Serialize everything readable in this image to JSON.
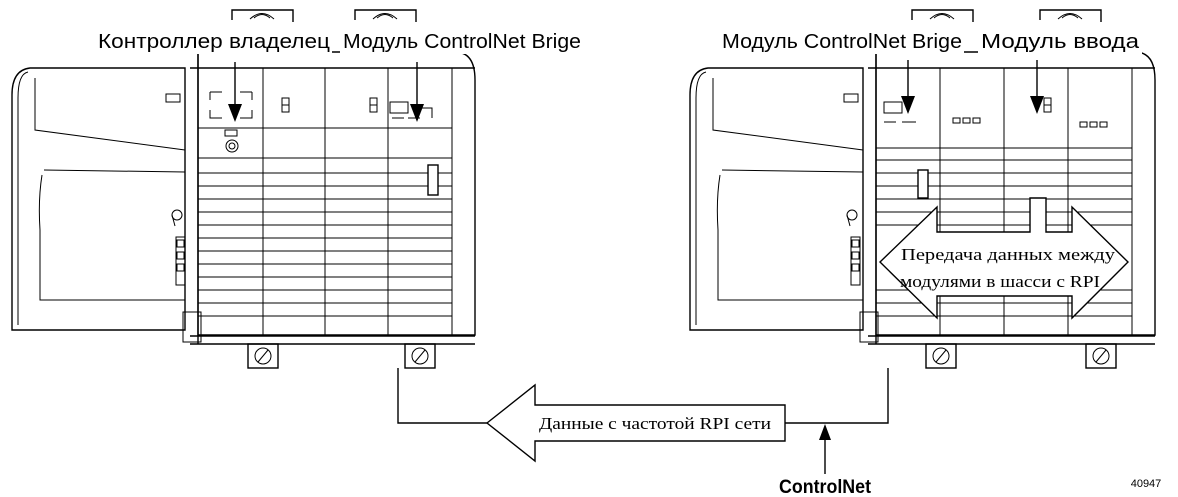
{
  "left_chassis": {
    "controller_label": "Контроллер владелец",
    "bridge_label": "Модуль ControlNet Brige"
  },
  "right_chassis": {
    "bridge_label": "Модуль ControlNet Brige",
    "input_label": "Модуль ввода",
    "chassis_transfer_line1": "Передача данных между",
    "chassis_transfer_line2": "модулями в шасси с RPI"
  },
  "network": {
    "data_arrow_label": "Данные с частотой RPI сети",
    "network_label": "ControlNet"
  },
  "figure_number": "40947"
}
